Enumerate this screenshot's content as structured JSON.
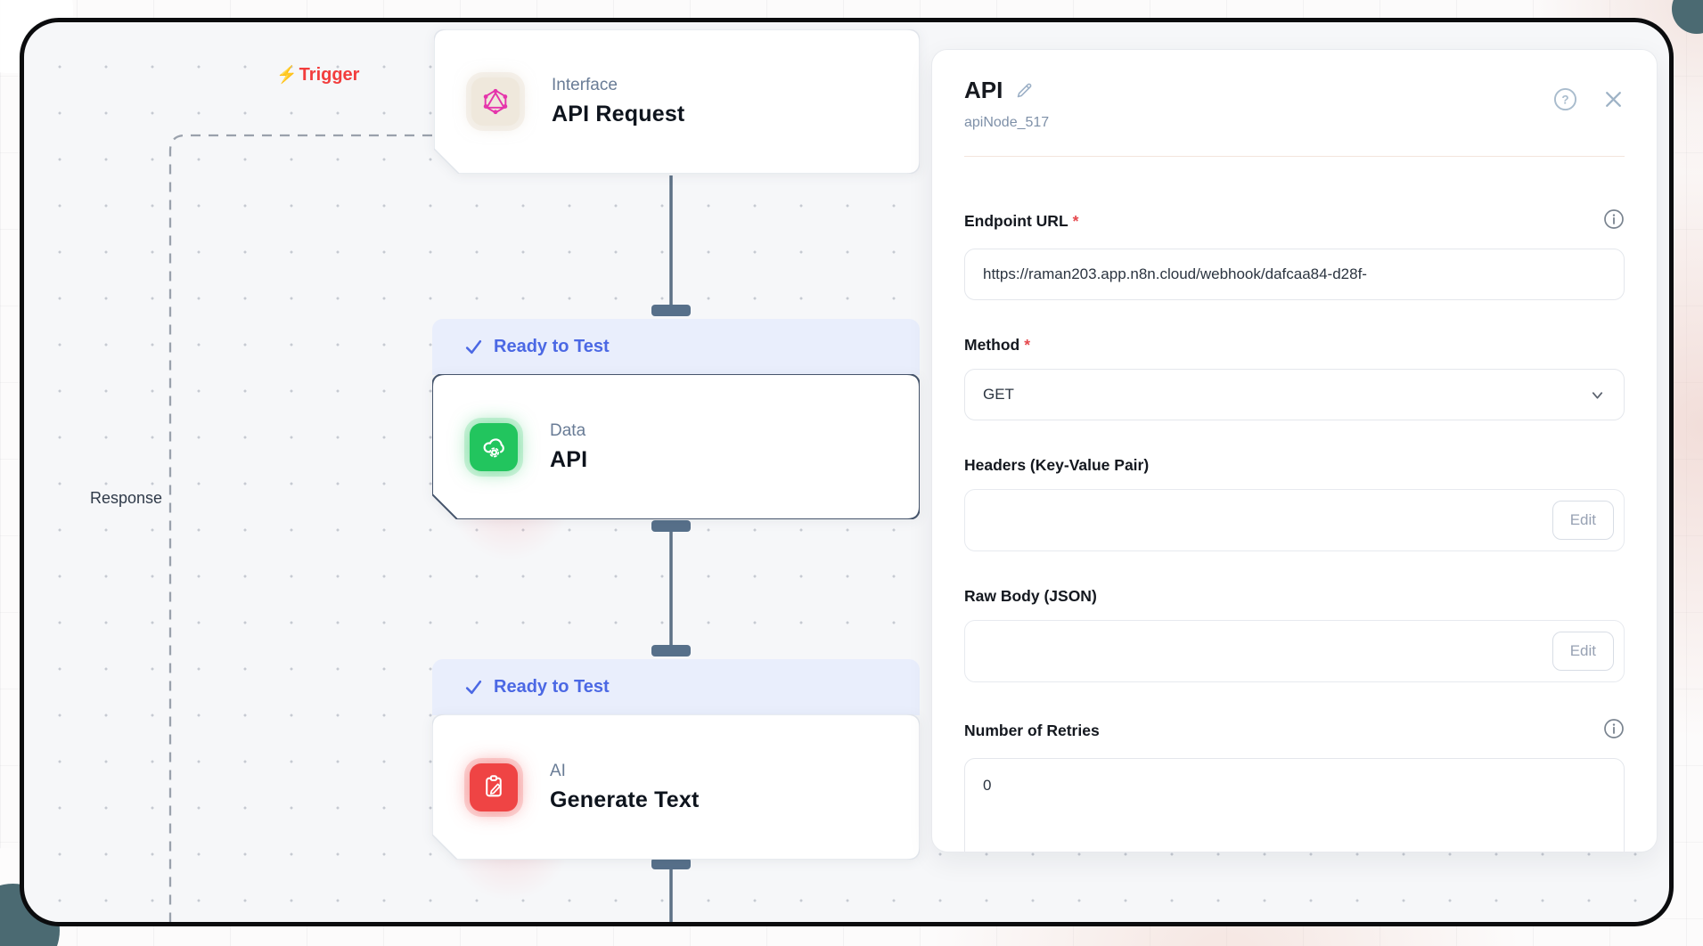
{
  "canvas": {
    "trigger": {
      "icon": "lightning-icon",
      "label": "Trigger"
    },
    "response_label": "Response",
    "nodes": [
      {
        "id": "interface",
        "category": "Interface",
        "title": "API Request",
        "icon": "graphql-icon",
        "selected": false
      },
      {
        "id": "data",
        "category": "Data",
        "title": "API",
        "icon": "cloud-gear-icon",
        "badge": "Ready to Test",
        "selected": true
      },
      {
        "id": "ai",
        "category": "AI",
        "title": "Generate Text",
        "icon": "clipboard-pencil-icon",
        "badge": "Ready to Test",
        "selected": false
      }
    ]
  },
  "panel": {
    "title": "API",
    "subtitle": "apiNode_517",
    "required_mark": "*",
    "fields": [
      {
        "label": "Endpoint URL",
        "required": true,
        "type": "input",
        "value": "https://raman203.app.n8n.cloud/webhook/dafcaa84-d28f-",
        "info": true
      },
      {
        "label": "Method",
        "required": true,
        "type": "select",
        "value": "GET"
      },
      {
        "label": "Headers (Key-Value Pair)",
        "type": "edit-box",
        "button_label": "Edit"
      },
      {
        "label": "Raw Body (JSON)",
        "type": "edit-box",
        "button_label": "Edit"
      },
      {
        "label": "Number of Retries",
        "type": "input",
        "value": "0",
        "info": true
      }
    ]
  },
  "colors": {
    "trigger_red": "#f23d3d",
    "badge_blue_text": "#4b68e4",
    "badge_blue_bg": "#e9eefc",
    "node_green": "#22c55e",
    "node_red": "#ef4444",
    "node_pink": "#e535ab",
    "connector_slate": "#57708a",
    "required_red": "#e5484d"
  }
}
